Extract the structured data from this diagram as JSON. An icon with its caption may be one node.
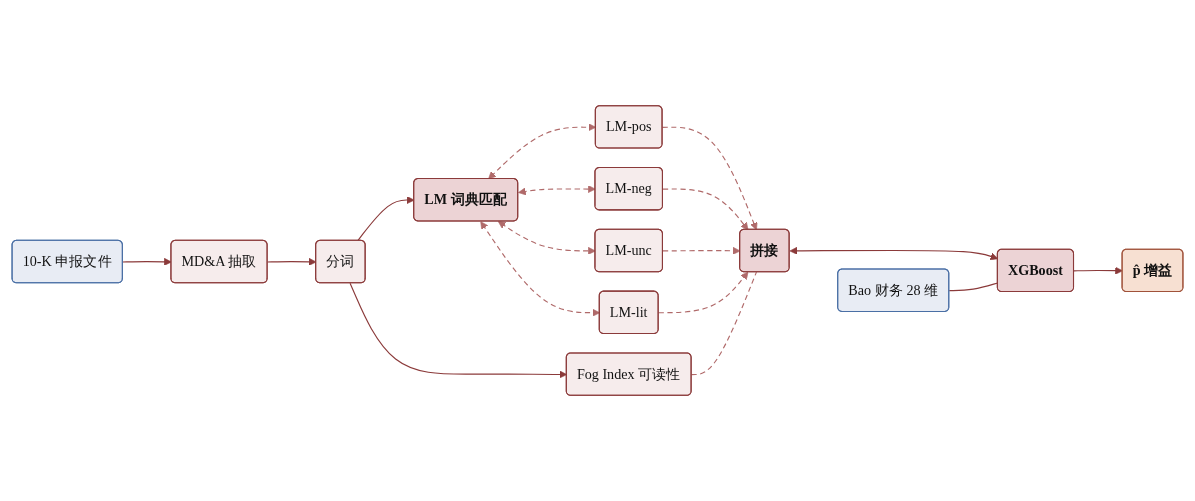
{
  "diagram": {
    "nodes": [
      {
        "text": [
          "10-K 申报文件"
        ]
      },
      {
        "text": [
          "MD&A 抽取"
        ]
      },
      {
        "text": [
          "分词"
        ]
      },
      {
        "text": [
          "LM 词典匹配"
        ]
      },
      {
        "text": [
          "Fog Index 可读性"
        ]
      },
      {
        "text": [
          "LM-pos"
        ]
      },
      {
        "text": [
          "LM-neg"
        ]
      },
      {
        "text": [
          "LM-unc"
        ]
      },
      {
        "text": [
          "LM-lit"
        ]
      },
      {
        "text": [
          "拼接"
        ]
      },
      {
        "text": [
          "Bao 财务 28 维"
        ]
      },
      {
        "text": [
          "XGBoost"
        ]
      },
      {
        "text": [
          "p̂ 增益"
        ]
      }
    ],
    "edges": [
      {
        "from": 0,
        "to": 1,
        "arrow": "to",
        "color": "#8b3a3a"
      },
      {
        "from": 1,
        "to": 2,
        "arrow": "to",
        "color": "#8b3a3a"
      },
      {
        "from": 2,
        "to": 3,
        "arrow": "to",
        "color": "#8b3a3a"
      },
      {
        "from": 2,
        "to": 4,
        "arrow": "to",
        "color": "#8b3a3a"
      },
      {
        "from": 3,
        "to": 5,
        "arrow": "both",
        "style": "dashed"
      },
      {
        "from": 3,
        "to": 6,
        "arrow": "both",
        "style": "dashed"
      },
      {
        "from": 3,
        "to": 7,
        "arrow": "both",
        "style": "dashed"
      },
      {
        "from": 3,
        "to": 8,
        "arrow": "both",
        "style": "dashed"
      },
      {
        "from": 5,
        "to": 9,
        "arrow": "to",
        "style": "dashed"
      },
      {
        "from": 6,
        "to": 9,
        "arrow": "to",
        "style": "dashed"
      },
      {
        "from": 7,
        "to": 9,
        "arrow": "to",
        "style": "dashed"
      },
      {
        "from": 8,
        "to": 9,
        "arrow": "to",
        "style": "dashed"
      },
      {
        "from": 4,
        "to": 9,
        "arrow": "none",
        "style": "dashed"
      },
      {
        "from": 9,
        "to": 11,
        "arrow": "both",
        "color": "#8b3a3a"
      },
      {
        "from": 10,
        "to": 11,
        "arrow": "none",
        "color": "#8b3a3a"
      },
      {
        "from": 11,
        "to": 12,
        "arrow": "to",
        "color": "#8b3a3a"
      }
    ]
  }
}
